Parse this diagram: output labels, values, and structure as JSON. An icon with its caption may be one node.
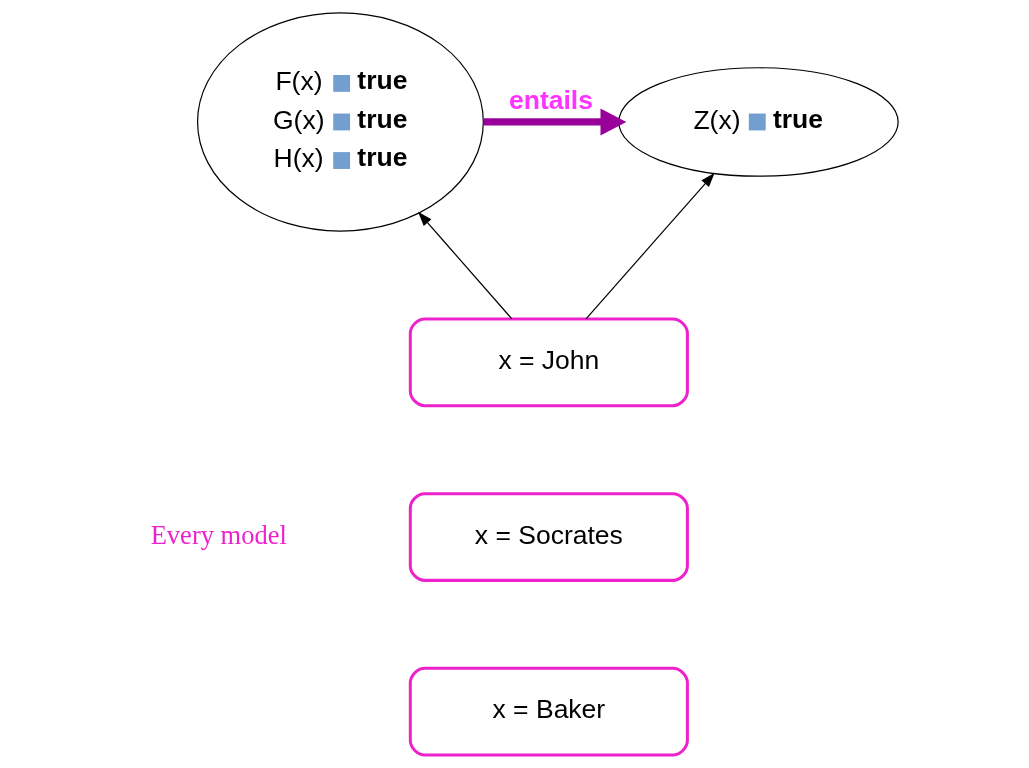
{
  "diagram": {
    "nodes": [
      {
        "text": [
          "F(x)",
          "true",
          "G(x)",
          "true",
          "H(x)",
          "true"
        ]
      },
      {
        "text": [
          "Z(x)",
          "true"
        ]
      },
      {
        "text": [
          "x = John"
        ]
      },
      {
        "text": [
          "x = Socrates"
        ]
      },
      {
        "text": [
          "x = Baker"
        ]
      }
    ],
    "edges": [
      {
        "from": 0,
        "to": 1,
        "arrow": "to",
        "label": "entails",
        "style": "thick",
        "color": "#990099"
      },
      {
        "from": 2,
        "to": 0,
        "arrow": "to"
      },
      {
        "from": 2,
        "to": 1,
        "arrow": "to"
      }
    ],
    "labels": [
      "Every model"
    ]
  }
}
